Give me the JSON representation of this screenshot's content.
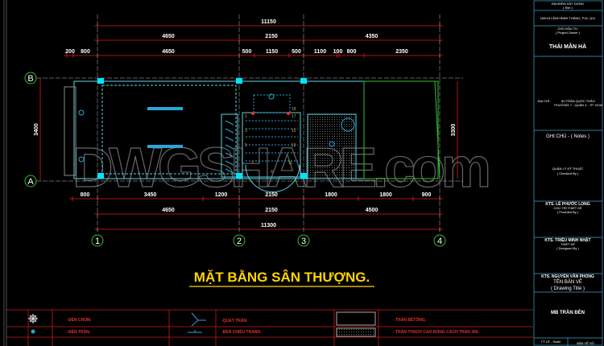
{
  "colors": {
    "background": "#000000",
    "dimension": "#e01b1b",
    "wall": "#5fd3e0",
    "column": "#00e5ff",
    "grid_bubble": "#2fbf2f",
    "title": "#ffd400",
    "legend_line": "#c81a1a",
    "titleblock_line": "#3fa7c7"
  },
  "drawing": {
    "title": "MẶT BẰNG SÂN THƯỢNG.",
    "watermark": "DWGSHARE.com",
    "grid_columns": [
      "1",
      "2",
      "3",
      "4"
    ],
    "grid_rows": [
      "B",
      "A"
    ],
    "dims_top_total": [
      "11150"
    ],
    "dims_top_mid": [
      "4650",
      "2150",
      "4350"
    ],
    "dims_top_detail": [
      "200",
      "800",
      "4650",
      "500",
      "1150",
      "500",
      "1100",
      "100",
      "800",
      "2350"
    ],
    "dims_bottom_detail": [
      "800",
      "3450",
      "1200",
      "2150",
      "1800",
      "1800",
      "900"
    ],
    "dims_bottom_mid": [
      "4650",
      "2150",
      "4500"
    ],
    "dims_bottom_total": [
      "11300"
    ],
    "dim_left": "3400",
    "dim_right": "3300",
    "stair_numbers": [
      "1",
      "3",
      "5",
      "7",
      "9",
      "11",
      "13",
      "15",
      "17",
      "18"
    ]
  },
  "legend": {
    "col1": [
      {
        "icon": "chandelier-icon",
        "label": "- ĐÈN CHÙM."
      },
      {
        "icon": "ceiling-light-icon",
        "label": "- ĐÈN TRẦN."
      }
    ],
    "col2": [
      {
        "icon": "ceiling-fan-icon",
        "label": "-QUẠT TRẦN."
      },
      {
        "icon": "picture-light-icon",
        "label": "-ĐÈN CHIẾU TRANH."
      }
    ],
    "col3": [
      {
        "icon": "concrete-ceiling-swatch",
        "label": "- TRẦN BÊTÔNG."
      },
      {
        "icon": "gypsum-ceiling-swatch",
        "label": "- TRẦN THẠCH CAO ĐÓNG CÁCH TRẦN 300."
      }
    ]
  },
  "titleblock": {
    "site_label": "ĐỊA ĐIỂM XÂY DỰNG",
    "site_label_en": "( Site )",
    "site_value": "183/18 LÃNH BINH THĂNG, P16, Q11",
    "owner_label": "CHỦ ĐẦU TƯ",
    "owner_label_en": "( Project Owner )",
    "owner_name": "THÁI MẪN HÀ",
    "address_label": "ĐỊA CHỈ :",
    "address_line1": "60 TRẦN QUỐC THẢO",
    "address_line2": "PHƯỜNG 7 - QUẬN 3 - TP. HCM",
    "notes_title": "GHI CHÚ - ( Notes )",
    "checked_label": "QUẢN LÝ KỸ THUẬT",
    "checked_label_en": "( Checked By )",
    "checked_name": "KTS. LÊ PHƯỚC LONG",
    "provided_label": "CHỦ TRÌ THIẾT KẾ",
    "provided_label_en": "( Provided By )",
    "provided_name": "KTS. TRIỆU MINH NHẬT",
    "designed_label": "THIẾT KẾ",
    "designed_label_en": "( Designed By )",
    "designed_name": "KTS. NGUYỄN VĂN PHONG",
    "drawing_title_label": "TÊN BẢN VẼ",
    "drawing_title_label_en": "( Drawing Title )",
    "drawing_title": "MB TRẦN ĐÈN",
    "scale_label": "TỶ LỆ - Scale",
    "sheet_label": "BẢN VẼ SỐ"
  }
}
